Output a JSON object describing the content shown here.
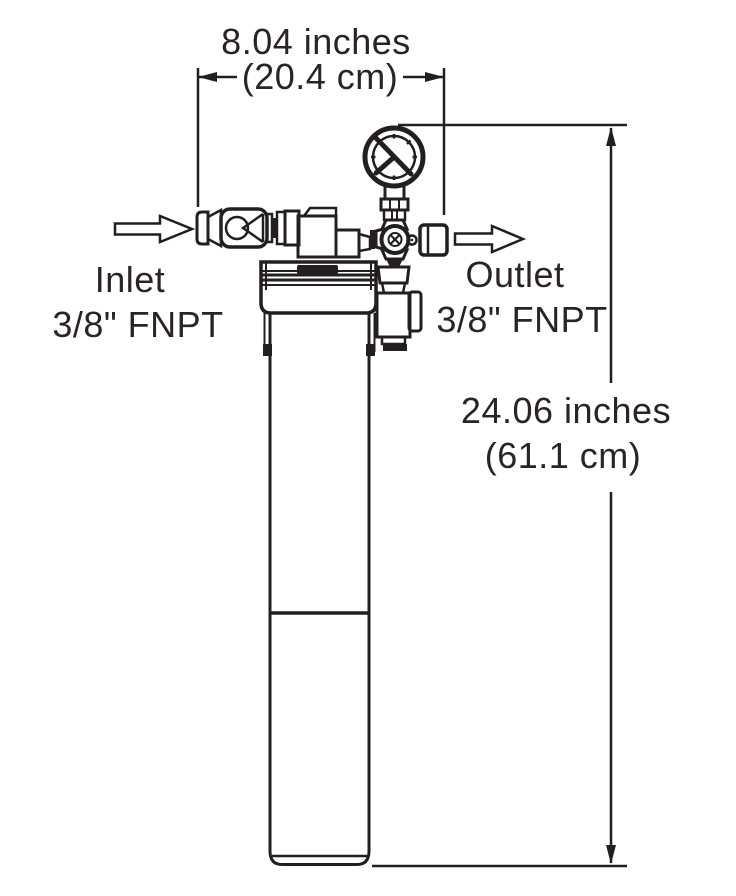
{
  "page": {
    "background": "#ffffff",
    "line_color": "#231f20",
    "text_color": "#2b2426"
  },
  "dimensions": {
    "width": {
      "primary": "8.04 inches",
      "metric": "(20.4 cm)"
    },
    "height": {
      "primary": "24.06 inches",
      "metric": "(61.1 cm)"
    }
  },
  "ports": {
    "inlet": {
      "name": "Inlet",
      "spec": "3/8\" FNPT"
    },
    "outlet": {
      "name": "Outlet",
      "spec": "3/8\" FNPT"
    }
  },
  "icons": {
    "inlet_flow": "flow-arrow-right-icon",
    "outlet_flow": "flow-arrow-right-icon",
    "gauge": "pressure-gauge-icon"
  }
}
